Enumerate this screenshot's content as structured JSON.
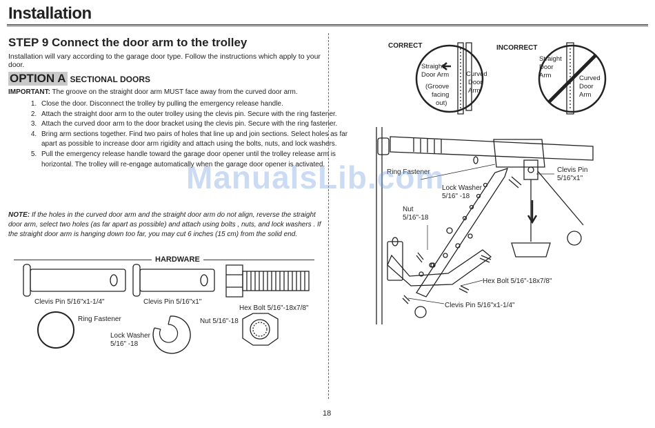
{
  "header": {
    "title": "Installation"
  },
  "step": {
    "title": "STEP 9 Connect the door arm to the trolley",
    "intro": "Installation will vary according to the garage door type. Follow the instructions which apply to your door."
  },
  "option": {
    "badge": "OPTION A",
    "subtitle": "SECTIONAL DOORS",
    "important_label": "IMPORTANT:",
    "important_text": " The groove on the straight door arm MUST face away from the curved door arm.",
    "steps": [
      "Close the door. Disconnect the trolley by pulling the emergency release handle.",
      "Attach the straight door arm to the outer trolley using the clevis pin. Secure with the ring fastener.",
      "Attach the curved door arm to the door bracket using the clevis pin. Secure with the ring fastener.",
      "Bring arm sections together. Find two pairs of holes that line up and join sections. Select holes as far apart as possible to increase door arm rigidity and attach using the bolts, nuts, and lock washers.",
      "Pull the emergency release handle toward the garage door opener until the trolley release arm is horizontal. The trolley will re-engage automatically when the garage door opener is activated."
    ],
    "note_label": "NOTE:",
    "note_text": " If the holes in the curved door arm and the straight door arm do not align, reverse the straight door arm, select two holes (as far apart as possible) and attach using bolts , nuts, and lock washers . If the straight door arm is hanging down too far, you may cut 6 inches (15 cm) from the solid end."
  },
  "hardware": {
    "title": "HARDWARE",
    "clevis_long": "Clevis Pin 5/16\"x1-1/4\"",
    "clevis_short": "Clevis Pin 5/16\"x1\"",
    "hex_bolt": "Hex Bolt 5/16\"-18x7/8\"",
    "ring_fastener": "Ring Fastener",
    "lock_washer_1": "Lock Washer",
    "lock_washer_2": "5/16\" -18",
    "nut": "Nut 5/16\"-18"
  },
  "figure": {
    "correct": "CORRECT",
    "incorrect": "INCORRECT",
    "straight_arm_1": "Straight",
    "straight_arm_2": "Door Arm",
    "groove_1": "(Groove",
    "groove_2": "facing",
    "groove_3": "out)",
    "curved_1": "Curved",
    "curved_2": "Door",
    "curved_3": "Arm",
    "inc_straight_1": "Straight",
    "inc_straight_2": "Door",
    "inc_straight_3": "Arm",
    "ring_fastener": "Ring Fastener",
    "lock_washer_1": "Lock Washer",
    "lock_washer_2": "5/16\" -18",
    "nut_1": "Nut",
    "nut_2": "5/16\"-18",
    "clevis_top_1": "Clevis Pin",
    "clevis_top_2": "5/16\"x1\"",
    "hex_bolt": "Hex Bolt 5/16\"-18x7/8\"",
    "clevis_bottom": "Clevis Pin 5/16\"x1-1/4\""
  },
  "watermark": "ManualsLib.com",
  "page_number": "18"
}
